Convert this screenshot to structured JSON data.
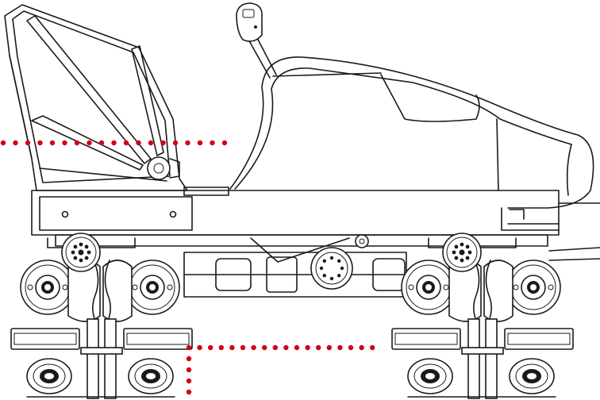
{
  "colors": {
    "background": "#ffffff",
    "line": "#1a1a1a",
    "guide_dots": "#d0021b"
  },
  "diagram": {
    "subject": "seat-on-tracked-carriage",
    "guides": [
      {
        "id": "upper-guide",
        "style": "dotted",
        "color": "#d0021b"
      },
      {
        "id": "lower-guide",
        "style": "dotted",
        "color": "#d0021b"
      }
    ]
  }
}
